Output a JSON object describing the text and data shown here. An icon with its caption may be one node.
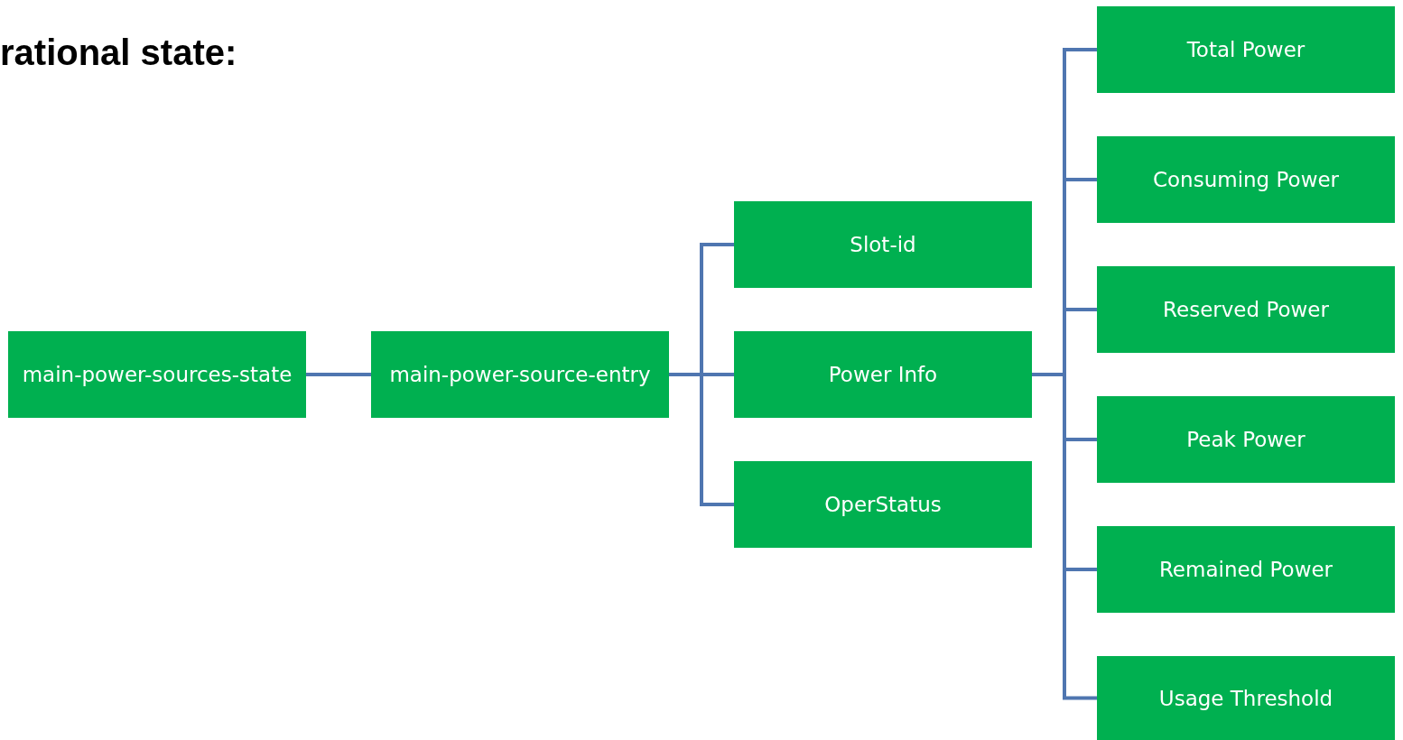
{
  "diagram": {
    "title": "rational state:",
    "nodes": [
      {
        "text": [
          "main-power-sources-state"
        ]
      },
      {
        "text": [
          "main-power-source-entry"
        ]
      },
      {
        "text": [
          "Slot-id"
        ]
      },
      {
        "text": [
          "Power Info"
        ]
      },
      {
        "text": [
          "OperStatus"
        ]
      },
      {
        "text": [
          "Total Power"
        ]
      },
      {
        "text": [
          "Consuming Power"
        ]
      },
      {
        "text": [
          "Reserved Power"
        ]
      },
      {
        "text": [
          "Peak Power"
        ]
      },
      {
        "text": [
          "Remained Power"
        ]
      },
      {
        "text": [
          "Usage Threshold"
        ]
      }
    ],
    "edges": [
      {
        "from": 0,
        "to": 1,
        "arrow": "none"
      },
      {
        "from": 1,
        "to": 2,
        "arrow": "none"
      },
      {
        "from": 1,
        "to": 3,
        "arrow": "none"
      },
      {
        "from": 1,
        "to": 4,
        "arrow": "none"
      },
      {
        "from": 3,
        "to": 5,
        "arrow": "none"
      },
      {
        "from": 3,
        "to": 6,
        "arrow": "none"
      },
      {
        "from": 3,
        "to": 7,
        "arrow": "none"
      },
      {
        "from": 3,
        "to": 8,
        "arrow": "none"
      },
      {
        "from": 3,
        "to": 9,
        "arrow": "none"
      },
      {
        "from": 3,
        "to": 10,
        "arrow": "none"
      }
    ]
  }
}
